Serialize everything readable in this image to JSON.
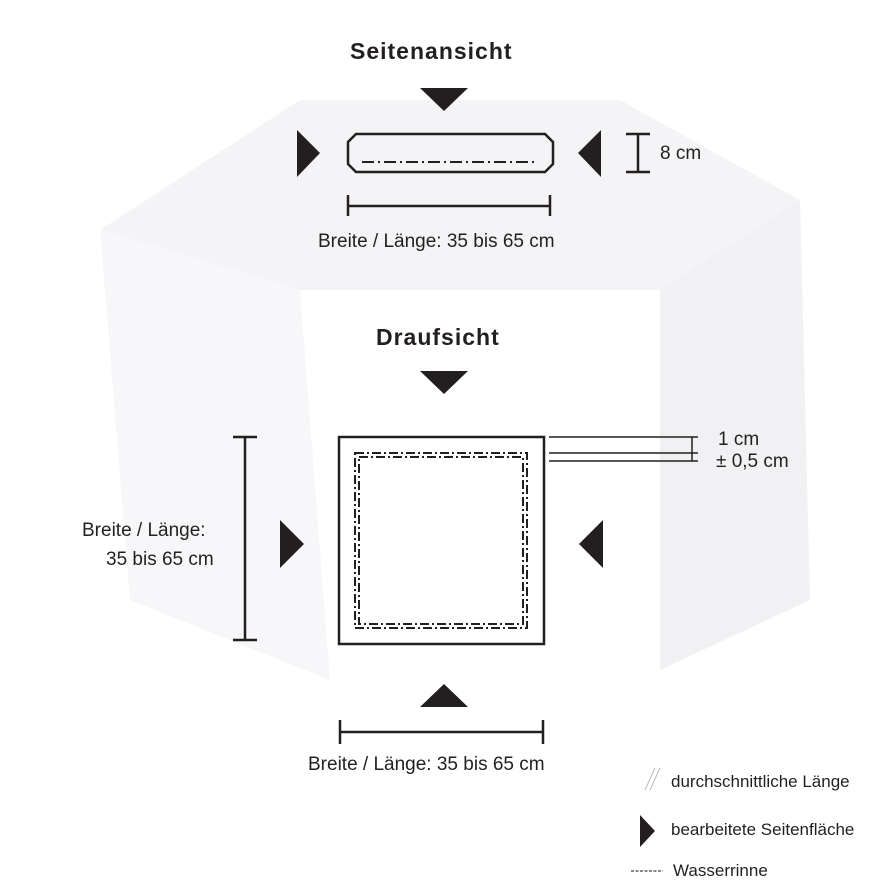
{
  "side_view": {
    "title": "Seitenansicht",
    "height_label": "8 cm",
    "width_label": "Breite / Länge: 35 bis 65 cm"
  },
  "top_view": {
    "title": "Draufsicht",
    "gap_label_1": "1 cm",
    "gap_label_2": "± 0,5 cm",
    "left_label_1": "Breite / Länge:",
    "left_label_2": "35 bis 65 cm",
    "bottom_label": "Breite / Länge: 35 bis 65 cm"
  },
  "legend": [
    {
      "icon": "double-slash-icon",
      "label": "durchschnittliche Länge"
    },
    {
      "icon": "triangle-right-icon",
      "label": "bearbeitete Seitenfläche"
    },
    {
      "icon": "dash-dot-line-icon",
      "label": "Wasserrinne"
    }
  ],
  "colors": {
    "ink": "#231f20",
    "watermark": "#f3f3f5"
  }
}
